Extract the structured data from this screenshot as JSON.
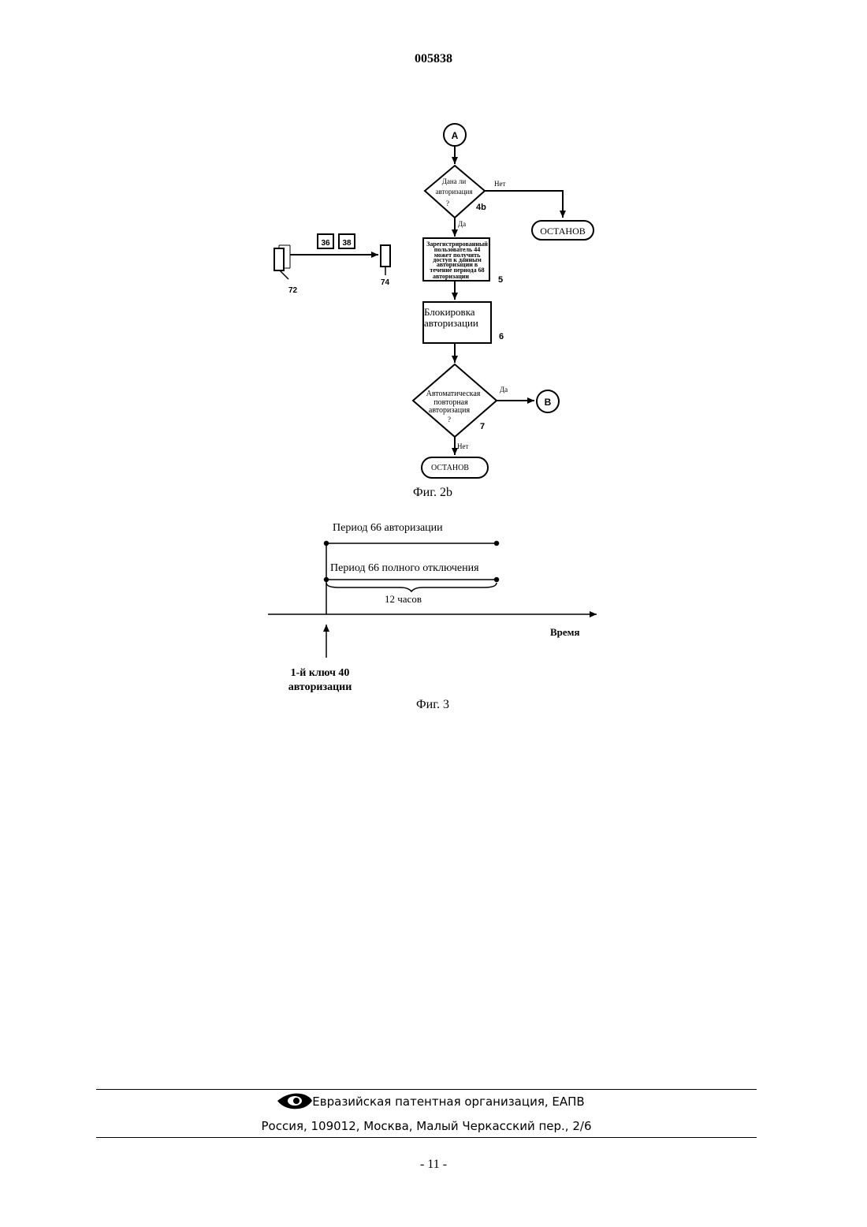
{
  "header": {
    "doc_number": "005838"
  },
  "fig2b": {
    "connector_a": "A",
    "connector_b": "B",
    "decision_4b_lines": [
      "Дана ли",
      "авторизация",
      "?"
    ],
    "label_4b": "4b",
    "no_label_4b": "Нет",
    "yes_label_4b": "Да",
    "stop_top": "ОСТАНОВ",
    "step5_lines": [
      "Зарегистрированный",
      "пользователь 44",
      "может получить",
      "доступ к данным",
      "авторизации в",
      "течение периода 68",
      "авторизации"
    ],
    "label_5": "5",
    "step6_lines": [
      "Блокировка",
      "авторизации"
    ],
    "label_6": "6",
    "decision_7_lines": [
      "Автоматическая",
      "повторная",
      "авторизация",
      "?"
    ],
    "label_7": "7",
    "yes_label_7": "Да",
    "no_label_7": "Нет",
    "stop_bottom": "ОСТАНОВ",
    "box_36": "36",
    "box_38": "38",
    "label_72": "72",
    "label_74": "74",
    "caption": "Фиг. 2b"
  },
  "fig3": {
    "auth_period": "Период 66 авторизации",
    "shutdown_period": "Период 66 полного отключения",
    "duration": "12 часов",
    "time_axis": "Время",
    "key_label_lines": [
      "1-й ключ 40",
      "авторизации"
    ],
    "caption": "Фиг. 3"
  },
  "footer": {
    "org": "Евразийская патентная организация, ЕАПВ",
    "address": "Россия, 109012, Москва, Малый Черкасский пер., 2/6",
    "page": "- 11 -"
  },
  "icons": {
    "logo": "eapo-eye-logo-icon"
  }
}
